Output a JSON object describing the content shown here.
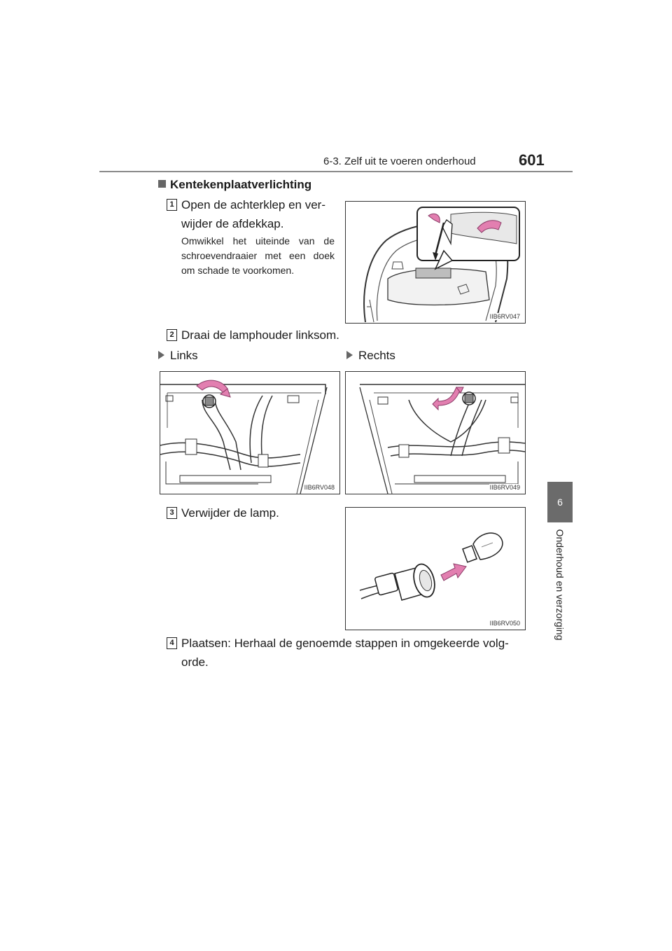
{
  "header": {
    "section": "6-3. Zelf uit te voeren onderhoud",
    "page_number": "601"
  },
  "side_tab": {
    "chapter": "6",
    "label": "Onderhoud en verzorging"
  },
  "section_title": "Kentekenplaatverlichting",
  "steps": [
    {
      "number": "1",
      "text": "Open de achterklep en verwijder de afdekkap.",
      "text_lines": [
        "Open de achterklep en ver-",
        "wijder de afdekkap."
      ],
      "note": "Omwikkel het uiteinde van de schroevendraaier met een doek om schade te voorkomen."
    },
    {
      "number": "2",
      "text": "Draai de lamphouder linksom."
    },
    {
      "number": "3",
      "text": "Verwijder de lamp."
    },
    {
      "number": "4",
      "text": "Plaatsen: Herhaal de genoemde stappen in omgekeerde volgorde.",
      "text_lines": [
        "Plaatsen: Herhaal de genoemde stappen in omgekeerde volg-",
        "orde."
      ]
    }
  ],
  "sub_labels": {
    "left": "Links",
    "right": "Rechts"
  },
  "figures": {
    "fig1": {
      "code": "IIB6RV047"
    },
    "fig2": {
      "code": "IIB6RV048"
    },
    "fig3": {
      "code": "IIB6RV049"
    },
    "fig4": {
      "code": "IIB6RV050"
    }
  },
  "colors": {
    "arrow_pink": "#e27fb0",
    "tab_gray": "#6b6b6b",
    "rule_gray": "#8a8a8a"
  }
}
